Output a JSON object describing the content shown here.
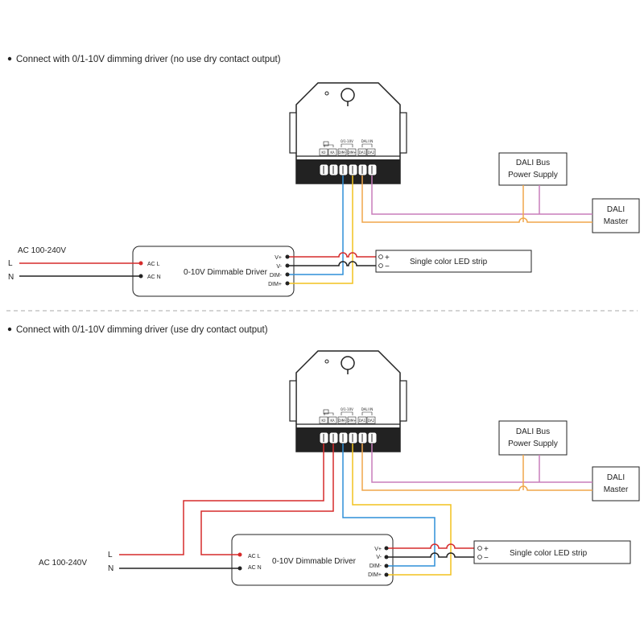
{
  "colors": {
    "red": "#d52b2b",
    "blue": "#2f8fd8",
    "yellow": "#f2c21f",
    "orange": "#f0a64a",
    "purple": "#c87dbb",
    "black": "#222222",
    "divider": "#aaaaaa"
  },
  "section1": {
    "heading": "Connect with 0/1-10V dimming driver (no use dry contact output)",
    "ac_label": "AC 100-240V",
    "line_l": "L",
    "line_n": "N"
  },
  "section2": {
    "heading": "Connect with 0/1-10V dimming driver (use dry contact output)",
    "ac_label": "AC 100-240V",
    "line_l": "L",
    "line_n": "N"
  },
  "controller": {
    "terminals": [
      "K0",
      "KA",
      "DIM-",
      "DIM+",
      "DA1",
      "DA2"
    ],
    "group_dim": "0/1-10V",
    "group_dali": "DALI IN"
  },
  "driver": {
    "title": "0-10V Dimmable Driver",
    "input_l": "AC L",
    "input_n": "AC N",
    "out_vplus": "V+",
    "out_vminus": "V-",
    "dim_minus": "DIM-",
    "dim_plus": "DIM+"
  },
  "led_strip": {
    "label": "Single color LED strip",
    "plus": "+",
    "minus": "−"
  },
  "dali_power": {
    "line1": "DALI Bus",
    "line2": "Power Supply"
  },
  "dali_master": {
    "line1": "DALI",
    "line2": "Master"
  }
}
